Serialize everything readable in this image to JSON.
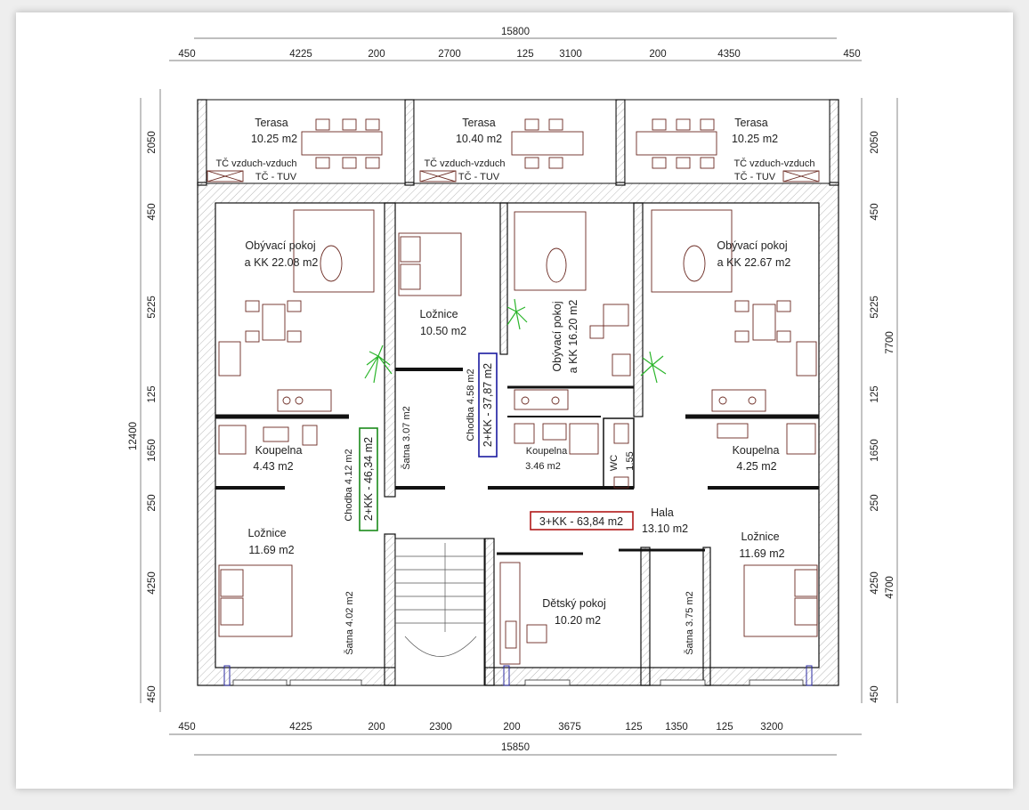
{
  "dimensions": {
    "top_total": "15800",
    "top_segments": [
      "450",
      "4225",
      "200",
      "2700",
      "125",
      "3100",
      "200",
      "4350",
      "450"
    ],
    "bottom_total": "15850",
    "bottom_segments": [
      "450",
      "4225",
      "200",
      "2300",
      "200",
      "3675",
      "125",
      "1350",
      "125",
      "3200"
    ],
    "left_total": "12400",
    "left_segments": [
      "2050",
      "450",
      "5225",
      "125",
      "1650",
      "250",
      "4250",
      "450"
    ],
    "right_segments": [
      "2050",
      "450",
      "5225",
      "125",
      "1650",
      "250",
      "4250",
      "450"
    ],
    "right_totals": [
      "7700",
      "4700"
    ]
  },
  "rooms": {
    "terasa_left": {
      "name": "Terasa",
      "area": "10.25 m2",
      "hp1": "TČ vzduch-vzduch",
      "hp2": "TČ - TUV"
    },
    "terasa_mid": {
      "name": "Terasa",
      "area": "10.40 m2",
      "hp1": "TČ vzduch-vzduch",
      "hp2": "TČ - TUV"
    },
    "terasa_right": {
      "name": "Terasa",
      "area": "10.25 m2",
      "hp1": "TČ vzduch-vzduch",
      "hp2": "TČ - TUV"
    },
    "living_left": {
      "name": "Obývací pokoj",
      "area": "a KK 22.08 m2"
    },
    "living_right": {
      "name": "Obývací pokoj",
      "area": "a KK 22.67 m2"
    },
    "living_mid": {
      "name": "Obývací pokoj",
      "area": "a KK 16.20 m2"
    },
    "loznice_mid": {
      "name": "Ložnice",
      "area": "10.50 m2"
    },
    "chodba_mid": "Chodba 4.58 m2",
    "satna_mid": "Šatna 3.07 m2",
    "koupelna_left": {
      "name": "Koupelna",
      "area": "4.43 m2"
    },
    "koupelna_mid": {
      "name": "Koupelna",
      "area": "3.46 m2"
    },
    "koupelna_right": {
      "name": "Koupelna",
      "area": "4.25 m2"
    },
    "wc": {
      "name": "WC",
      "area": "1.55"
    },
    "chodba_left": "Chodba 4.12 m2",
    "loznice_left": {
      "name": "Ložnice",
      "area": "11.69 m2"
    },
    "loznice_right": {
      "name": "Ložnice",
      "area": "11.69 m2"
    },
    "satna_left": "Šatna 4.02 m2",
    "satna_right": "Šatna 3.75 m2",
    "hala": {
      "name": "Hala",
      "area": "13.10 m2"
    },
    "detsky": {
      "name": "Dětský pokoj",
      "area": "10.20 m2"
    }
  },
  "units": {
    "unit_left": {
      "label": "2+KK - 46,34 m2",
      "color": "#1a8a1a"
    },
    "unit_mid": {
      "label": "2+KK - 37,87 m2",
      "color": "#1a1aa0"
    },
    "unit_right": {
      "label": "3+KK - 63,84 m2",
      "color": "#b01818"
    }
  },
  "colors": {
    "walls": "#111111",
    "furniture": "#6b2a22",
    "plants": "#2bb52b"
  }
}
